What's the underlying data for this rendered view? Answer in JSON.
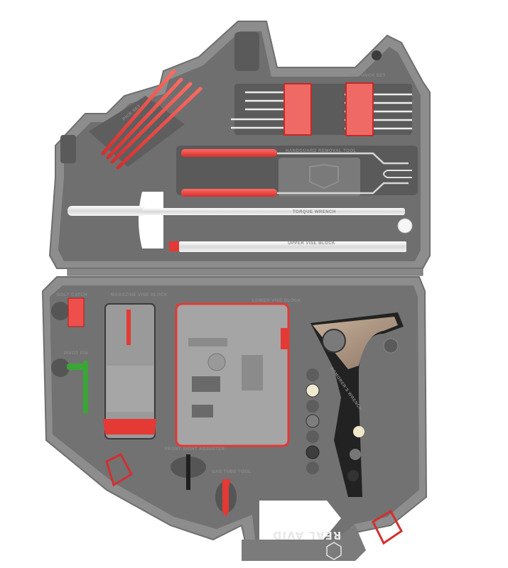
{
  "image": {
    "subject": "Open tool case with fitted foam-style tray and armorer's tools",
    "brand": "REAL AVID",
    "colors": {
      "case_shell": "#8c8c8c",
      "tray": "#6e6e6e",
      "tray_dark": "#555555",
      "accent_red": "#e53935",
      "accent_green": "#3aa635",
      "bronze": "#b49a82",
      "steel": "#e6e6e6",
      "black_tool": "#222222"
    }
  },
  "lid": {
    "labels": {
      "pick_set": "PICK SET",
      "pin_punch_set": "PIN PUNCH SET",
      "handguard_removal_tool": "HANDGUARD REMOVAL TOOL",
      "torque_wrench": "TORQUE WRENCH",
      "upper_vise_block": "UPPER VISE BLOCK"
    }
  },
  "base": {
    "labels": {
      "bolt_catch": "BOLT CATCH",
      "pivot_pin": "PIVOT PIN",
      "magazine_vise_block": "MAGAZINE VISE BLOCK",
      "lower_vise_block": "LOWER VISE BLOCK",
      "armorer_wrench": "ARMORER'S WRENCH",
      "front_sight_adjuster": "FRONT SIGHT ADJUSTER",
      "gas_tube_tool": "GAS TUBE TOOL"
    },
    "handle_brand_text": "REAL AVID"
  }
}
